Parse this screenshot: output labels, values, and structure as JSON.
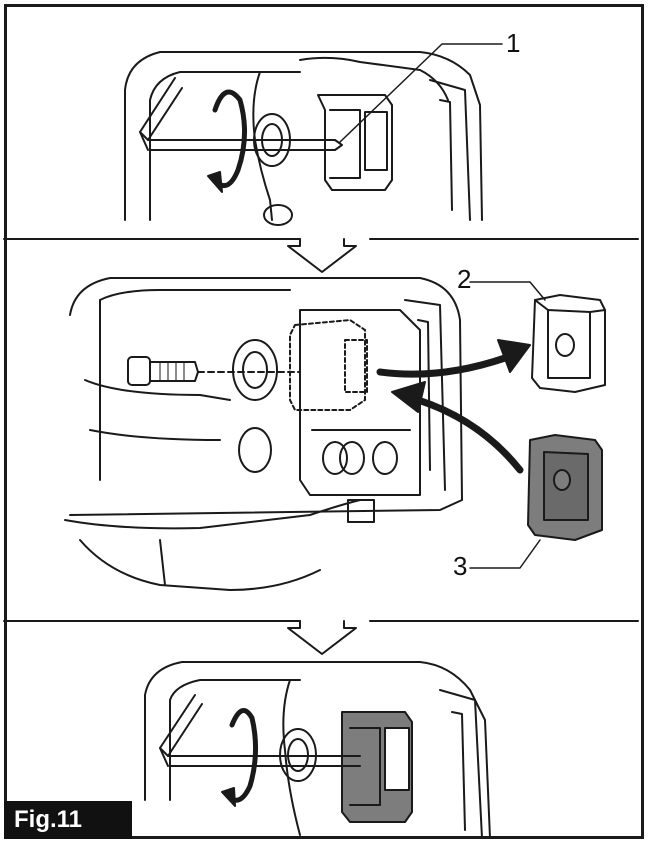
{
  "figure": {
    "label": "Fig.11",
    "callouts": [
      "1",
      "2",
      "3"
    ]
  },
  "colors": {
    "line": "#1a1a1a",
    "part_dark": "#7d7d7d",
    "part_light": "#ffffff"
  },
  "icons": [
    "rotate-arrow-icon",
    "down-arrow-icon",
    "curved-arrow-icon",
    "hex-key-icon",
    "bolt-icon"
  ]
}
